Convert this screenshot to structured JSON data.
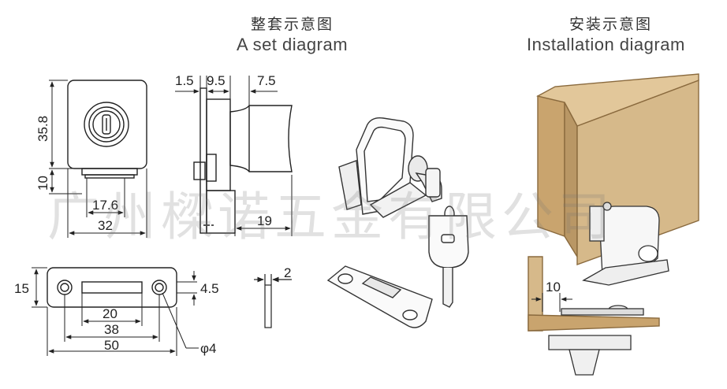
{
  "set_title_cn": "整套示意图",
  "set_title_en": "A set diagram",
  "install_title_cn": "安装示意图",
  "install_title_en": "Installation diagram",
  "watermark": "广州樑诺五金有限公司",
  "dims": {
    "height": "35.8",
    "base": "10",
    "inner_w": "17.6",
    "width": "32",
    "d1": "1.5",
    "d2": "9.5",
    "d3": "7.5",
    "depth": "19",
    "plate_h": "15",
    "slot_h": "4.5",
    "slot_w": "20",
    "hole_span": "38",
    "plate_w": "50",
    "hole_dia": "φ4",
    "plate_t": "2",
    "glass_gap": "10"
  },
  "colors": {
    "wood": "#d6b98a",
    "wood_dark": "#b99765",
    "line": "#222222",
    "panel_edge": "#8a6a3e"
  }
}
